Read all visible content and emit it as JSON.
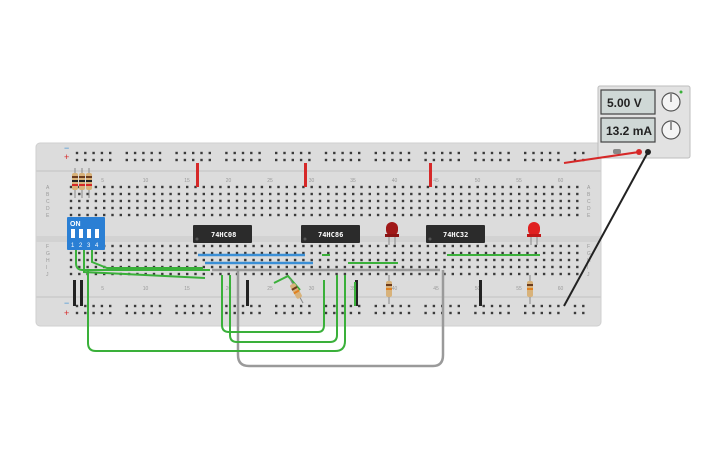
{
  "power_supply": {
    "voltage": "5.00 V",
    "current": "13.2 mA"
  },
  "dip_switch": {
    "on_label": "ON",
    "positions": [
      "1",
      "2",
      "3",
      "4"
    ]
  },
  "chips": [
    {
      "label": "74HC08"
    },
    {
      "label": "74HC86"
    },
    {
      "label": "74HC32"
    }
  ],
  "breadboard": {
    "column_numbers": [
      "5",
      "10",
      "15",
      "20",
      "25",
      "30",
      "35",
      "40",
      "45",
      "50",
      "55",
      "60"
    ],
    "row_letters_top": [
      "A",
      "B",
      "C",
      "D",
      "E"
    ],
    "row_letters_bottom": [
      "F",
      "G",
      "H",
      "I",
      "J"
    ]
  },
  "colors": {
    "breadboard": "#dcdcdc",
    "chip": "#2b2b2b",
    "wire_green": "#3ab03a",
    "wire_blue": "#3a8fd6",
    "wire_gray": "#9a9a9a",
    "wire_black": "#222222",
    "wire_red": "#d62828",
    "led_dark_red": "#a01818",
    "led_red": "#e02020",
    "dip_blue": "#2a7fd4"
  },
  "icons": [
    "plus-icon",
    "minus-icon"
  ]
}
